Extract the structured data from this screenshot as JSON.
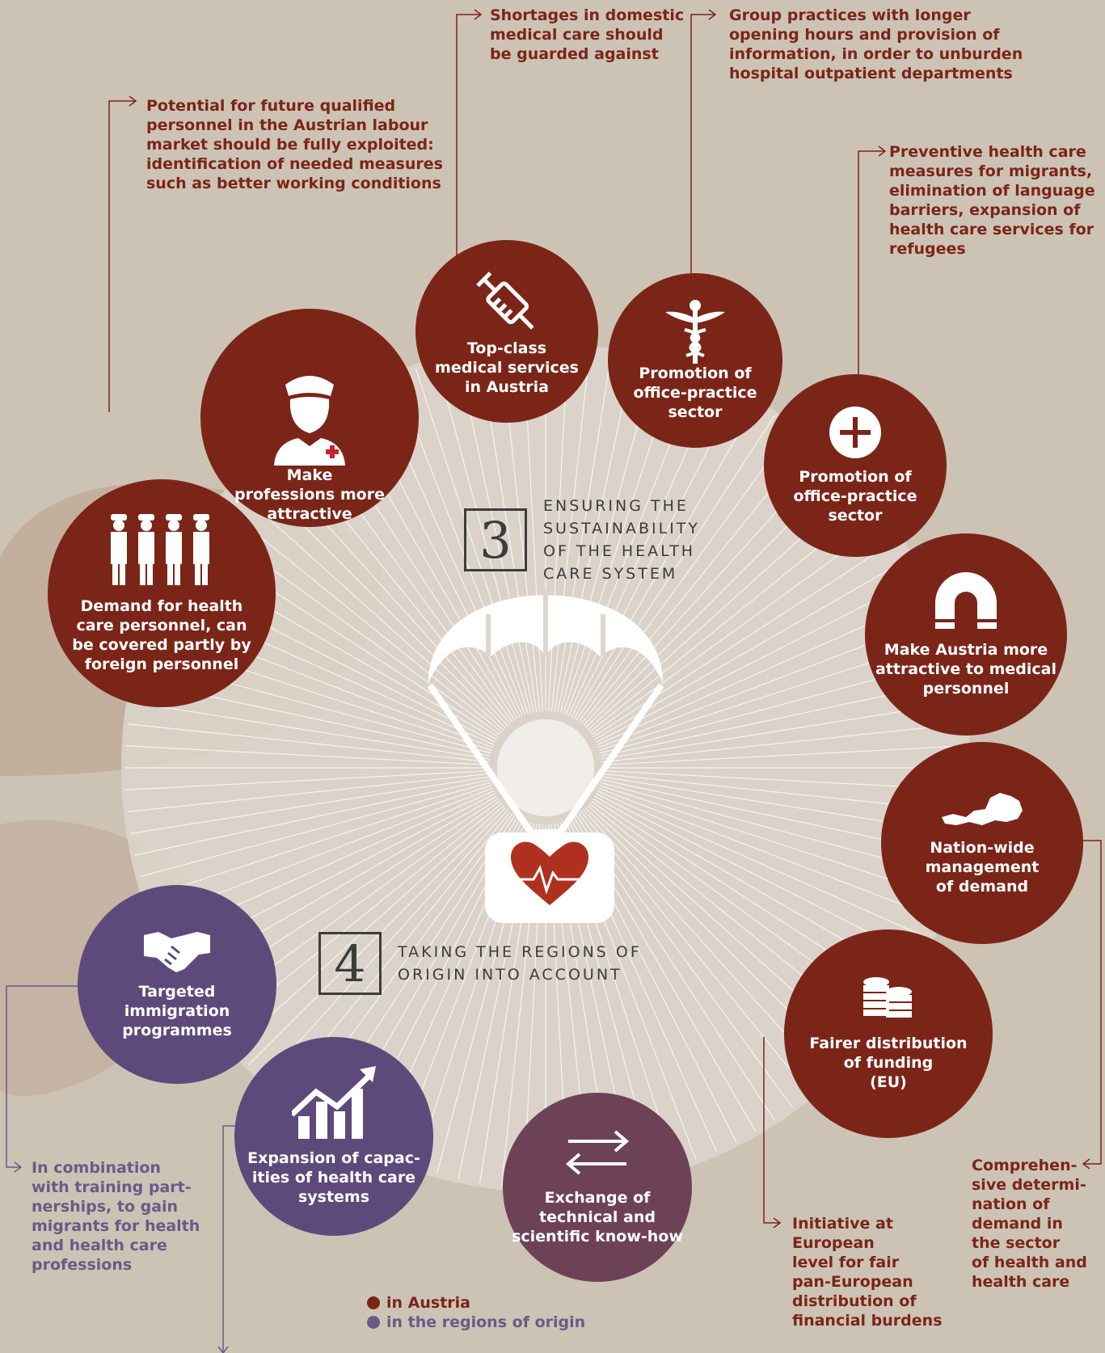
{
  "sections": [
    {
      "number": "3",
      "title": "ENSURING THE\nSUSTAINABILITY\nOF THE HEALTH\nCARE SYSTEM"
    },
    {
      "number": "4",
      "title": "TAKING THE REGIONS OF\nORIGIN INTO ACCOUNT"
    }
  ],
  "measures": [
    {
      "label": "Make\nprofessions more\nattractive",
      "group": "in Austria",
      "icon": "nurse-icon"
    },
    {
      "label": "Top-class\nmedical services\nin Austria",
      "group": "in Austria",
      "icon": "syringe-icon"
    },
    {
      "label": "Promotion of\noffice-practice\nsector",
      "group": "in Austria",
      "icon": "caduceus-icon"
    },
    {
      "label": "Promotion of\noffice-practice\nsector",
      "group": "in Austria",
      "icon": "plus-icon"
    },
    {
      "label": "Demand for health\ncare personnel, can\nbe covered partly by\nforeign personnel",
      "group": "in Austria",
      "icon": "staff-icon"
    },
    {
      "label": "Make Austria more\nattractive to medical\npersonnel",
      "group": "in Austria",
      "icon": "magnet-icon"
    },
    {
      "label": "Nation-wide\nmanagement\nof demand",
      "group": "in Austria",
      "icon": "austria-map-icon"
    },
    {
      "label": "Fairer distribution\nof funding\n(EU)",
      "group": "in Austria",
      "icon": "coins-icon"
    },
    {
      "label": "Targeted\nimmigration\nprogrammes",
      "group": "in the regions of origin",
      "icon": "handshake-icon"
    },
    {
      "label": "Expansion of capac-\nities of health care\nsystems",
      "group": "in the regions of origin",
      "icon": "growth-chart-icon"
    },
    {
      "label": "Exchange of\ntechnical and\nscientific know-how",
      "group": "in the regions of origin",
      "icon": "exchange-arrows-icon"
    }
  ],
  "notes": [
    "Shortages in domestic\nmedical care should\nbe guarded against",
    "Group practices with longer\nopening hours and provision of\ninformation, in order to unburden\nhospital outpatient departments",
    "Potential for future qualified\npersonnel in the Austrian labour\nmarket should be fully exploited:\nidentification of needed measures\nsuch as better working conditions",
    "Preventive health care\nmeasures for migrants,\nelimination of language\nbarriers, expansion of\nhealth care services for\nrefugees",
    "In combination\nwith training part-\nnerships, to gain\nmigrants for health\nand health care\nprofessions",
    "Initiative at\nEuropean\nlevel for fair\npan-European\ndistribution of\nfinancial burdens",
    "Comprehen-\nsive determi-\nnation of\ndemand in\nthe sector\nof health and\nhealth care"
  ],
  "legend": [
    {
      "label": "in Austria",
      "color": "#7b2518"
    },
    {
      "label": "in the regions of origin",
      "color": "#6a5a88"
    }
  ],
  "colors": {
    "austria": "#7b2518",
    "origin": "#5e4a7a",
    "background": "#cdc3b4"
  }
}
